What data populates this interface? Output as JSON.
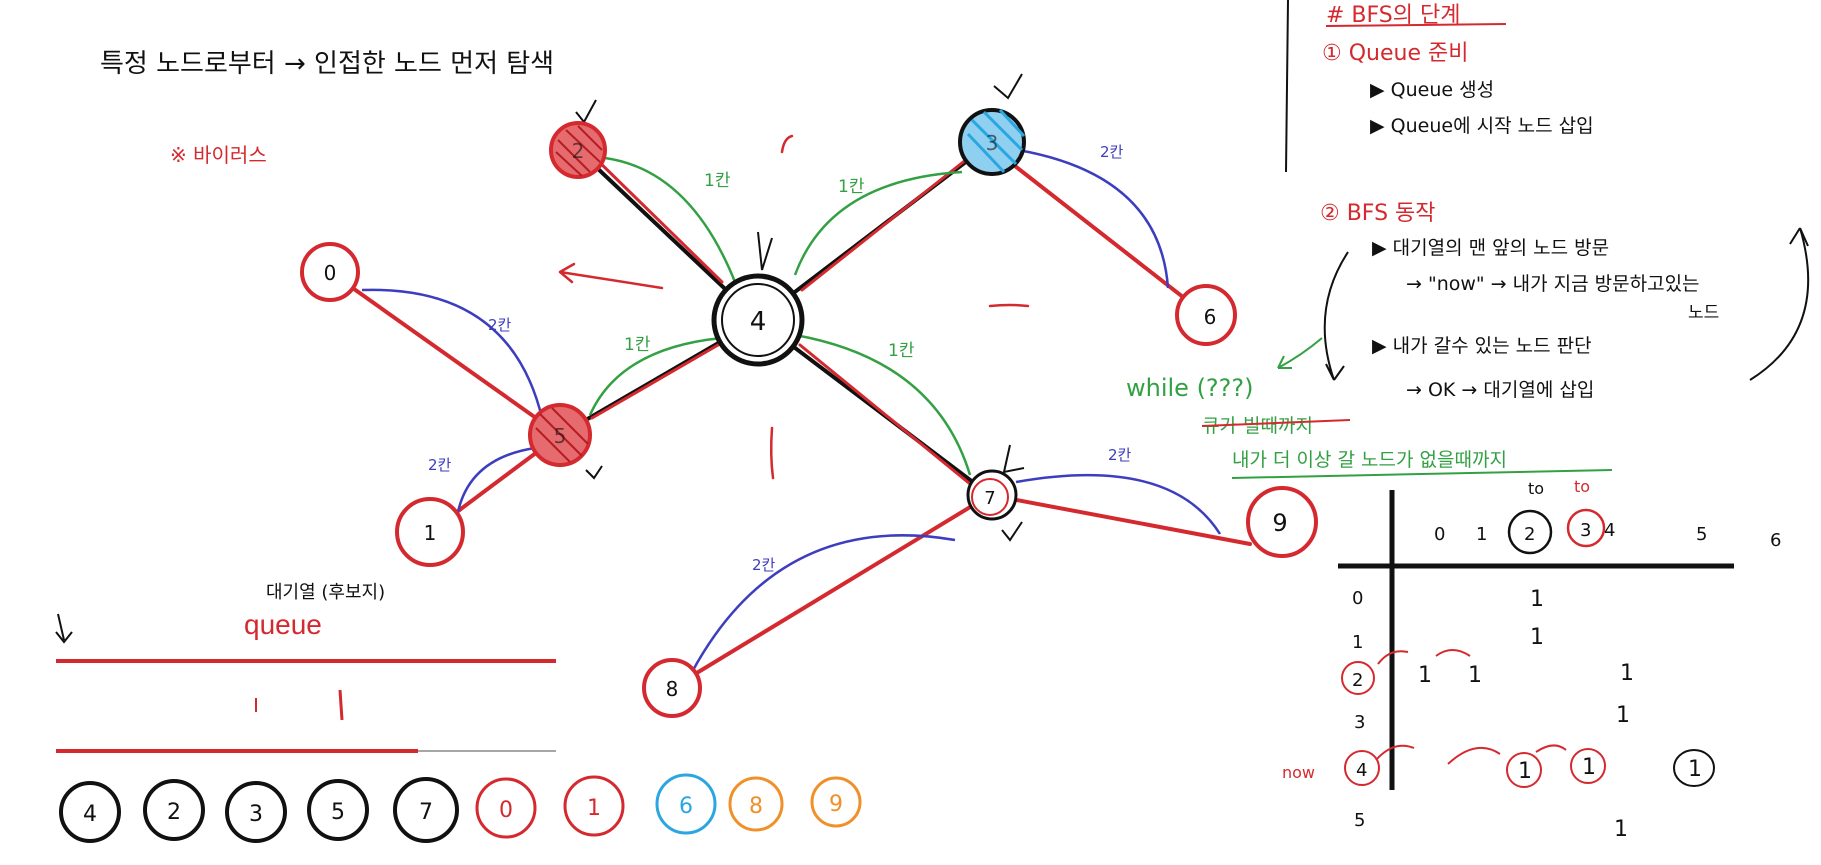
{
  "colors": {
    "ink": "#111111",
    "red": "#d42a2f",
    "green": "#33a043",
    "blue": "#3d3dbf",
    "cyan": "#2aa6e0",
    "orange": "#f0902a"
  },
  "title": "특정 노드로부터 → 인접한 노드 먼저 탐색",
  "side_note": "※ 바이러스",
  "graph": {
    "nodes": [
      {
        "id": "n4",
        "label": "4"
      },
      {
        "id": "n2",
        "label": "2"
      },
      {
        "id": "n3",
        "label": "3"
      },
      {
        "id": "n5",
        "label": "5"
      },
      {
        "id": "n7",
        "label": "7"
      },
      {
        "id": "n0",
        "label": "0"
      },
      {
        "id": "n1",
        "label": "1"
      },
      {
        "id": "n6",
        "label": "6"
      },
      {
        "id": "n8",
        "label": "8"
      },
      {
        "id": "n9",
        "label": "9"
      }
    ],
    "edge_labels": {
      "one_step": "1칸",
      "two_step": "2칸"
    }
  },
  "queue": {
    "caption": "대기열 (후보지)",
    "label": "queue",
    "order": [
      "4",
      "2",
      "3",
      "5",
      "7",
      "0",
      "1",
      "6",
      "8",
      "9"
    ]
  },
  "steps": {
    "heading": "# BFS의 단계",
    "step1": {
      "title": "① Queue 준비",
      "items": [
        "▶ Queue 생성",
        "▶ Queue에 시작 노드 삽입"
      ]
    },
    "step2": {
      "title": "② BFS 동작",
      "items": [
        "▶ 대기열의 맨 앞의 노드 방문",
        "→ \"now\" → 내가 지금 방문하고있는",
        "노드",
        "▶ 내가 갈수 있는 노드 판단",
        "→ OK → 대기열에 삽입"
      ]
    },
    "while_label": "while (???)",
    "until1": "큐가 빌때까지",
    "until2": "내가 더 이상 갈 노드가 없을때까지"
  },
  "matrix": {
    "to_label": "to",
    "col_headers": [
      "0",
      "1",
      "2",
      "3",
      "4",
      "5",
      "6"
    ],
    "row_headers": [
      "0",
      "1",
      "2",
      "3",
      "4",
      "5"
    ],
    "mark": "1",
    "now_label": "now"
  }
}
